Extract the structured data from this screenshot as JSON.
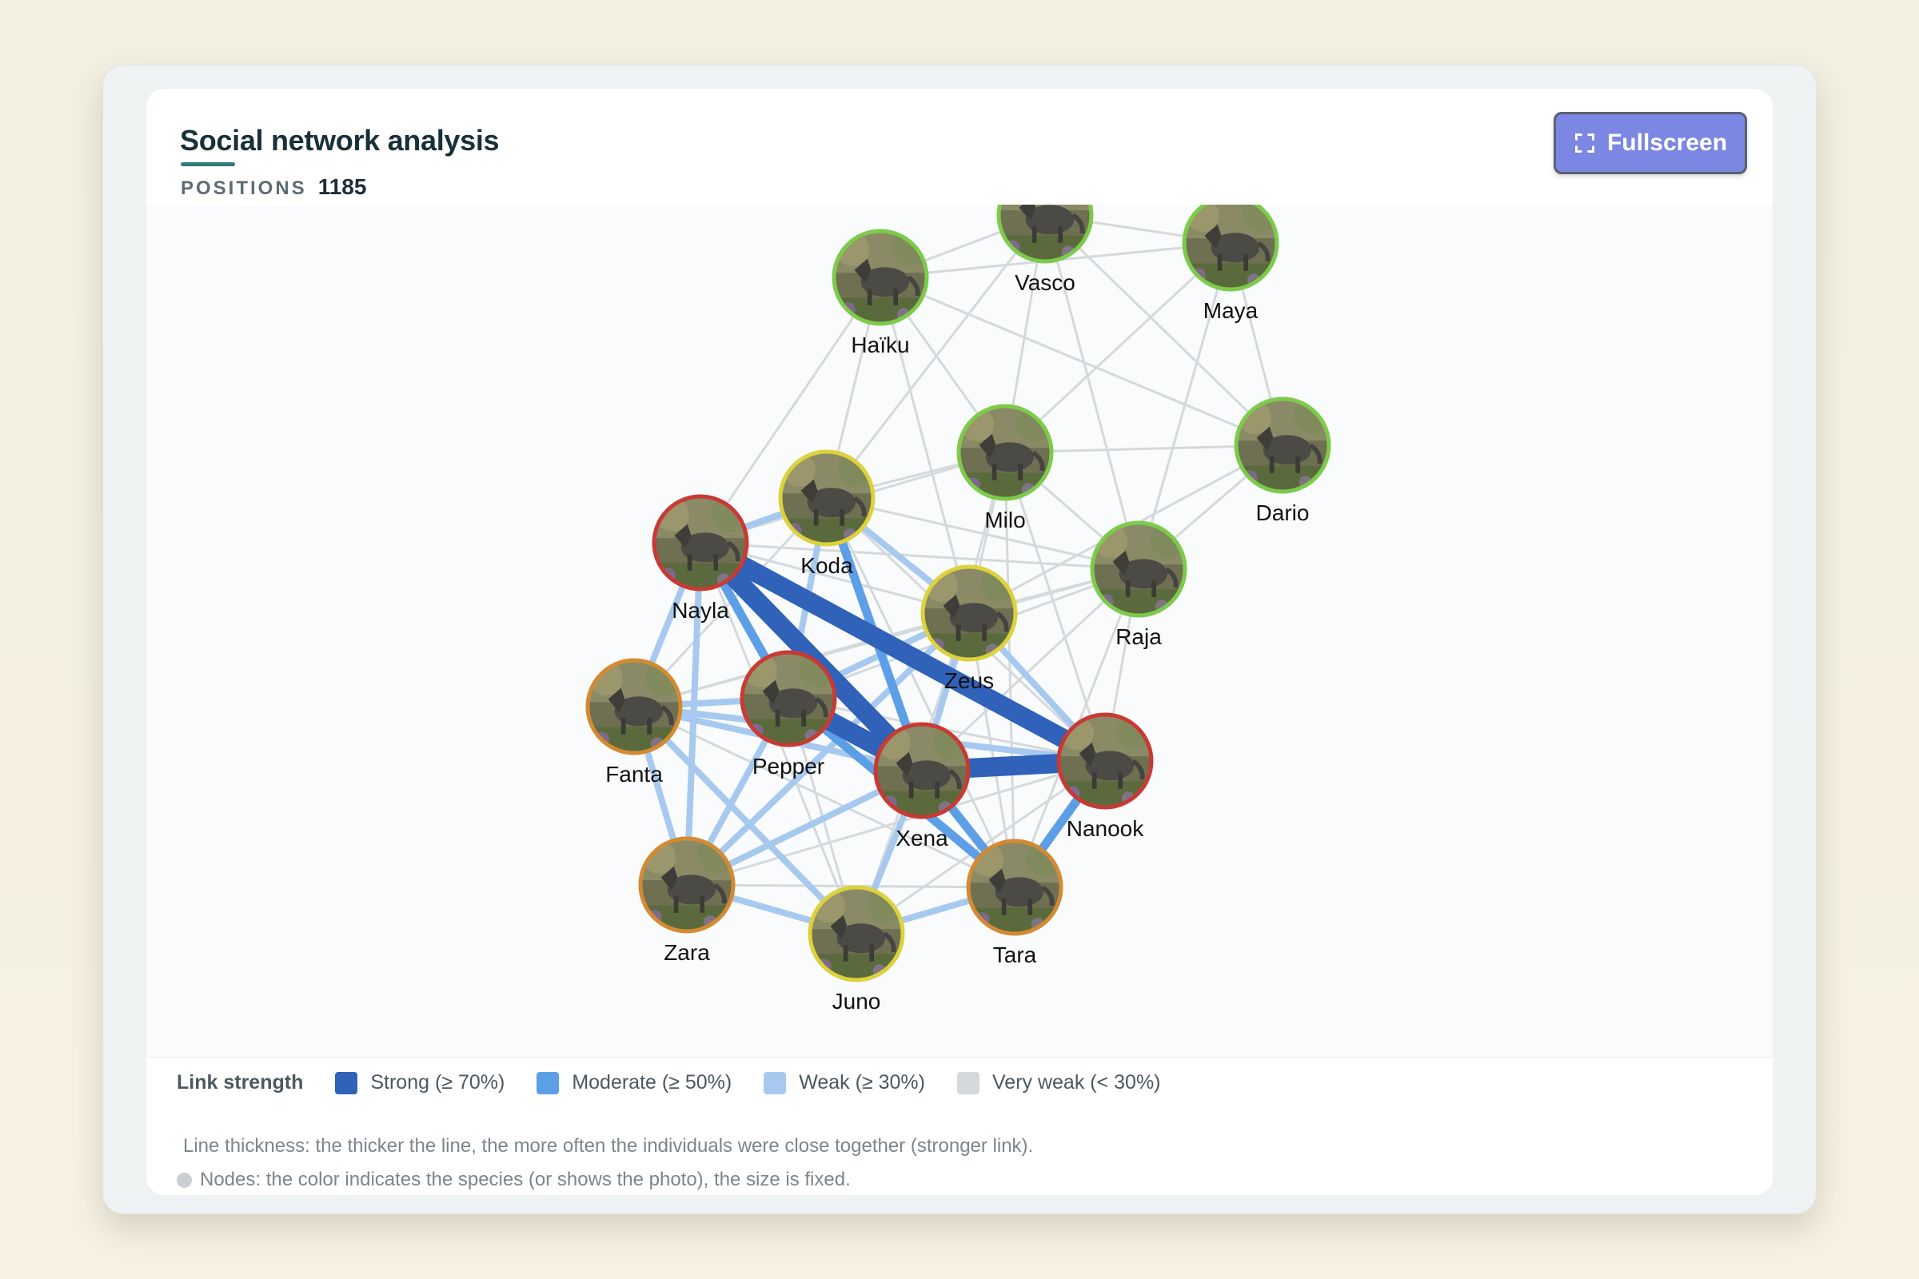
{
  "panel": {
    "title": "Social network analysis",
    "positions_label": "POSITIONS",
    "positions_value": "1185",
    "fullscreen_label": "Fullscreen",
    "accent_color": "#2f7a72",
    "button_color": "#7b87e3"
  },
  "network": {
    "status_colors": {
      "green": "#7ccb4a",
      "yellow": "#dcd23c",
      "red": "#c83a33",
      "orange": "#d38a32"
    },
    "nodes": [
      {
        "id": "Vasco",
        "status": "green"
      },
      {
        "id": "Maya",
        "status": "green"
      },
      {
        "id": "Haïku",
        "status": "green"
      },
      {
        "id": "Milo",
        "status": "green"
      },
      {
        "id": "Dario",
        "status": "green"
      },
      {
        "id": "Koda",
        "status": "yellow"
      },
      {
        "id": "Nayla",
        "status": "red"
      },
      {
        "id": "Raja",
        "status": "green"
      },
      {
        "id": "Zeus",
        "status": "yellow"
      },
      {
        "id": "Fanta",
        "status": "orange"
      },
      {
        "id": "Pepper",
        "status": "red"
      },
      {
        "id": "Xena",
        "status": "red"
      },
      {
        "id": "Nanook",
        "status": "red"
      },
      {
        "id": "Zara",
        "status": "orange"
      },
      {
        "id": "Juno",
        "status": "yellow"
      },
      {
        "id": "Tara",
        "status": "orange"
      }
    ],
    "edges": [
      {
        "source": "Nayla",
        "target": "Nanook",
        "strength": "strong"
      },
      {
        "source": "Nayla",
        "target": "Xena",
        "strength": "strong"
      },
      {
        "source": "Xena",
        "target": "Nanook",
        "strength": "strong"
      },
      {
        "source": "Pepper",
        "target": "Xena",
        "strength": "strong"
      },
      {
        "source": "Xena",
        "target": "Tara",
        "strength": "moderate"
      },
      {
        "source": "Nanook",
        "target": "Tara",
        "strength": "moderate"
      },
      {
        "source": "Nayla",
        "target": "Pepper",
        "strength": "moderate"
      },
      {
        "source": "Pepper",
        "target": "Tara",
        "strength": "moderate"
      },
      {
        "source": "Koda",
        "target": "Xena",
        "strength": "moderate"
      },
      {
        "source": "Fanta",
        "target": "Xena",
        "strength": "weak"
      },
      {
        "source": "Fanta",
        "target": "Pepper",
        "strength": "weak"
      },
      {
        "source": "Fanta",
        "target": "Nanook",
        "strength": "weak"
      },
      {
        "source": "Nayla",
        "target": "Fanta",
        "strength": "weak"
      },
      {
        "source": "Nayla",
        "target": "Zara",
        "strength": "weak"
      },
      {
        "source": "Fanta",
        "target": "Zara",
        "strength": "weak"
      },
      {
        "source": "Fanta",
        "target": "Juno",
        "strength": "weak"
      },
      {
        "source": "Zara",
        "target": "Juno",
        "strength": "weak"
      },
      {
        "source": "Zara",
        "target": "Xena",
        "strength": "weak"
      },
      {
        "source": "Zara",
        "target": "Pepper",
        "strength": "weak"
      },
      {
        "source": "Juno",
        "target": "Xena",
        "strength": "weak"
      },
      {
        "source": "Zeus",
        "target": "Nanook",
        "strength": "weak"
      },
      {
        "source": "Zeus",
        "target": "Zara",
        "strength": "weak"
      },
      {
        "source": "Zeus",
        "target": "Xena",
        "strength": "weak"
      },
      {
        "source": "Koda",
        "target": "Zeus",
        "strength": "weak"
      },
      {
        "source": "Nayla",
        "target": "Koda",
        "strength": "weak"
      },
      {
        "source": "Koda",
        "target": "Pepper",
        "strength": "weak"
      },
      {
        "source": "Zeus",
        "target": "Pepper",
        "strength": "weak"
      },
      {
        "source": "Juno",
        "target": "Tara",
        "strength": "weak"
      },
      {
        "source": "Vasco",
        "target": "Maya",
        "strength": "very_weak"
      },
      {
        "source": "Vasco",
        "target": "Haïku",
        "strength": "very_weak"
      },
      {
        "source": "Haïku",
        "target": "Maya",
        "strength": "very_weak"
      },
      {
        "source": "Vasco",
        "target": "Dario",
        "strength": "very_weak"
      },
      {
        "source": "Maya",
        "target": "Dario",
        "strength": "very_weak"
      },
      {
        "source": "Haïku",
        "target": "Milo",
        "strength": "very_weak"
      },
      {
        "source": "Haïku",
        "target": "Koda",
        "strength": "very_weak"
      },
      {
        "source": "Haïku",
        "target": "Dario",
        "strength": "very_weak"
      },
      {
        "source": "Haïku",
        "target": "Zeus",
        "strength": "very_weak"
      },
      {
        "source": "Haïku",
        "target": "Nayla",
        "strength": "very_weak"
      },
      {
        "source": "Vasco",
        "target": "Milo",
        "strength": "very_weak"
      },
      {
        "source": "Vasco",
        "target": "Koda",
        "strength": "very_weak"
      },
      {
        "source": "Vasco",
        "target": "Raja",
        "strength": "very_weak"
      },
      {
        "source": "Maya",
        "target": "Milo",
        "strength": "very_weak"
      },
      {
        "source": "Maya",
        "target": "Raja",
        "strength": "very_weak"
      },
      {
        "source": "Milo",
        "target": "Dario",
        "strength": "very_weak"
      },
      {
        "source": "Milo",
        "target": "Koda",
        "strength": "very_weak"
      },
      {
        "source": "Milo",
        "target": "Raja",
        "strength": "very_weak"
      },
      {
        "source": "Milo",
        "target": "Zeus",
        "strength": "very_weak"
      },
      {
        "source": "Milo",
        "target": "Nayla",
        "strength": "very_weak"
      },
      {
        "source": "Milo",
        "target": "Xena",
        "strength": "very_weak"
      },
      {
        "source": "Milo",
        "target": "Tara",
        "strength": "very_weak"
      },
      {
        "source": "Dario",
        "target": "Raja",
        "strength": "very_weak"
      },
      {
        "source": "Dario",
        "target": "Zeus",
        "strength": "very_weak"
      },
      {
        "source": "Koda",
        "target": "Raja",
        "strength": "very_weak"
      },
      {
        "source": "Koda",
        "target": "Nanook",
        "strength": "very_weak"
      },
      {
        "source": "Koda",
        "target": "Fanta",
        "strength": "very_weak"
      },
      {
        "source": "Koda",
        "target": "Tara",
        "strength": "very_weak"
      },
      {
        "source": "Nayla",
        "target": "Raja",
        "strength": "very_weak"
      },
      {
        "source": "Nayla",
        "target": "Zeus",
        "strength": "very_weak"
      },
      {
        "source": "Nayla",
        "target": "Juno",
        "strength": "very_weak"
      },
      {
        "source": "Raja",
        "target": "Zeus",
        "strength": "very_weak"
      },
      {
        "source": "Raja",
        "target": "Nanook",
        "strength": "very_weak"
      },
      {
        "source": "Raja",
        "target": "Xena",
        "strength": "very_weak"
      },
      {
        "source": "Raja",
        "target": "Pepper",
        "strength": "very_weak"
      },
      {
        "source": "Raja",
        "target": "Tara",
        "strength": "very_weak"
      },
      {
        "source": "Raja",
        "target": "Fanta",
        "strength": "very_weak"
      },
      {
        "source": "Zeus",
        "target": "Fanta",
        "strength": "very_weak"
      },
      {
        "source": "Zeus",
        "target": "Juno",
        "strength": "very_weak"
      },
      {
        "source": "Zeus",
        "target": "Tara",
        "strength": "very_weak"
      },
      {
        "source": "Fanta",
        "target": "Tara",
        "strength": "very_weak"
      },
      {
        "source": "Pepper",
        "target": "Nanook",
        "strength": "very_weak"
      },
      {
        "source": "Pepper",
        "target": "Juno",
        "strength": "very_weak"
      },
      {
        "source": "Zara",
        "target": "Tara",
        "strength": "very_weak"
      },
      {
        "source": "Zara",
        "target": "Nanook",
        "strength": "very_weak"
      },
      {
        "source": "Juno",
        "target": "Nanook",
        "strength": "very_weak"
      },
      {
        "source": "Nanook",
        "target": "Milo",
        "strength": "very_weak"
      }
    ]
  },
  "legend": {
    "title": "Link strength",
    "items": [
      {
        "key": "strong",
        "label": "Strong (≥ 70%)",
        "color": "#2f62b8"
      },
      {
        "key": "moderate",
        "label": "Moderate (≥ 50%)",
        "color": "#5d9fe6"
      },
      {
        "key": "weak",
        "label": "Weak (≥ 30%)",
        "color": "#a7c9ef"
      },
      {
        "key": "very_weak",
        "label": "Very weak (< 30%)",
        "color": "#d4d9dc"
      }
    ],
    "note_thickness": "Line thickness: the thicker the line, the more often the individuals were close together (stronger link).",
    "note_nodes": "Nodes: the color indicates the species (or shows the photo), the size is fixed."
  }
}
